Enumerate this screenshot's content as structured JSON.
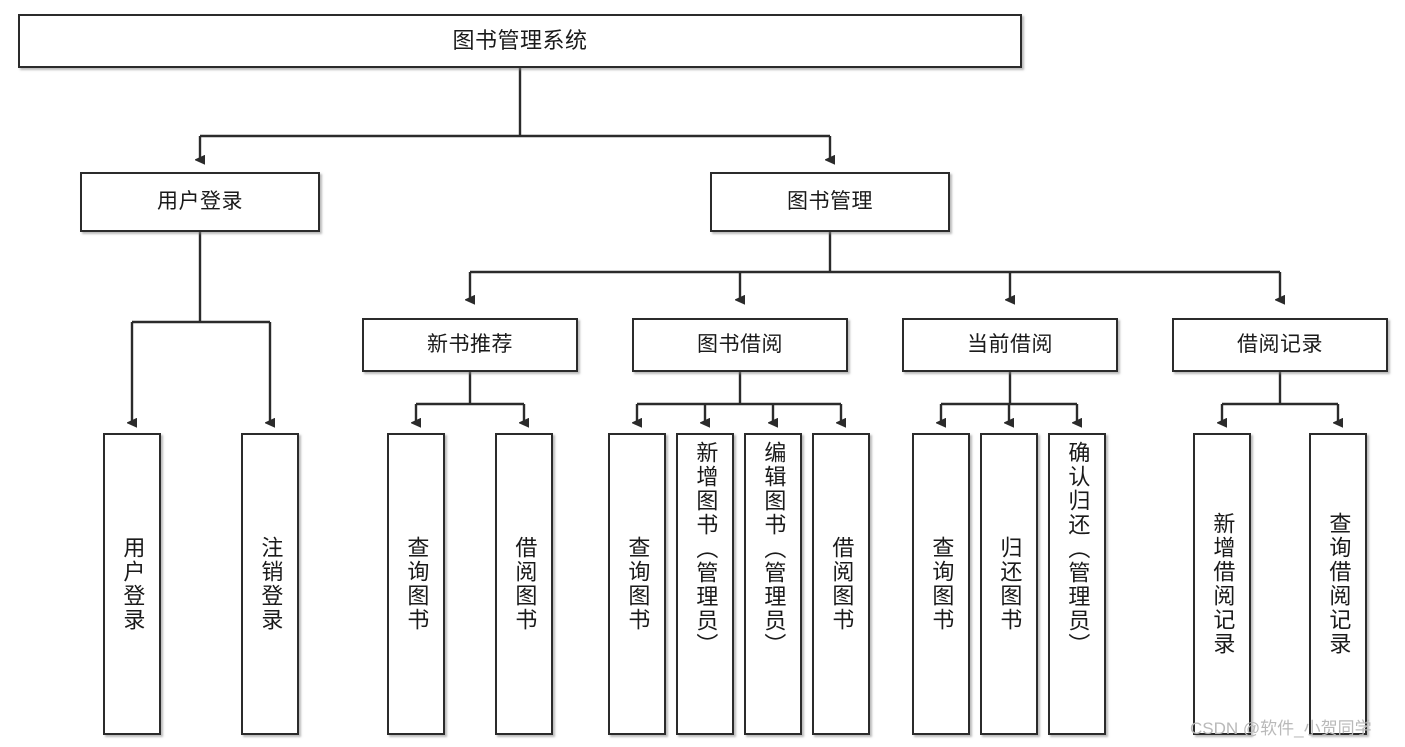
{
  "diagram": {
    "type": "tree-hierarchy",
    "title": "图书管理系统",
    "orientation": "top-down",
    "colors": {
      "box_border": "#2b2b2b",
      "box_fill": "#ffffff",
      "edge": "#2b2b2b",
      "text": "#1a1a1a",
      "watermark": "#b9b9b9",
      "background": "#ffffff"
    },
    "nodes": {
      "root": {
        "label": "图书管理系统"
      },
      "tier2": [
        {
          "id": "user-login",
          "label": "用户登录"
        },
        {
          "id": "book-manage",
          "label": "图书管理"
        }
      ],
      "tier3": [
        {
          "id": "new-book-recommend",
          "label": "新书推荐"
        },
        {
          "id": "book-borrow",
          "label": "图书借阅"
        },
        {
          "id": "current-borrow",
          "label": "当前借阅"
        },
        {
          "id": "borrow-record",
          "label": "借阅记录"
        }
      ],
      "leaves": {
        "user-login": [
          {
            "id": "leaf-user-login",
            "label": "用户登录"
          },
          {
            "id": "leaf-logout-login",
            "label": "注销登录"
          }
        ],
        "new-book-recommend": [
          {
            "id": "leaf-query-book-1",
            "label": "查询图书"
          },
          {
            "id": "leaf-borrow-book-1",
            "label": "借阅图书"
          }
        ],
        "book-borrow": [
          {
            "id": "leaf-query-book-2",
            "label": "查询图书"
          },
          {
            "id": "leaf-add-book-admin",
            "label": "新增图书（管理员）"
          },
          {
            "id": "leaf-edit-book-admin",
            "label": "编辑图书（管理员）"
          },
          {
            "id": "leaf-borrow-book-2",
            "label": "借阅图书"
          }
        ],
        "current-borrow": [
          {
            "id": "leaf-query-book-3",
            "label": "查询图书"
          },
          {
            "id": "leaf-return-book",
            "label": "归还图书"
          },
          {
            "id": "leaf-confirm-return-admin",
            "label": "确认归还（管理员）"
          }
        ],
        "borrow-record": [
          {
            "id": "leaf-add-borrow-record",
            "label": "新增借阅记录"
          },
          {
            "id": "leaf-query-borrow-record",
            "label": "查询借阅记录"
          }
        ]
      }
    }
  },
  "watermark": {
    "text": "CSDN @软件_小贺同学"
  }
}
